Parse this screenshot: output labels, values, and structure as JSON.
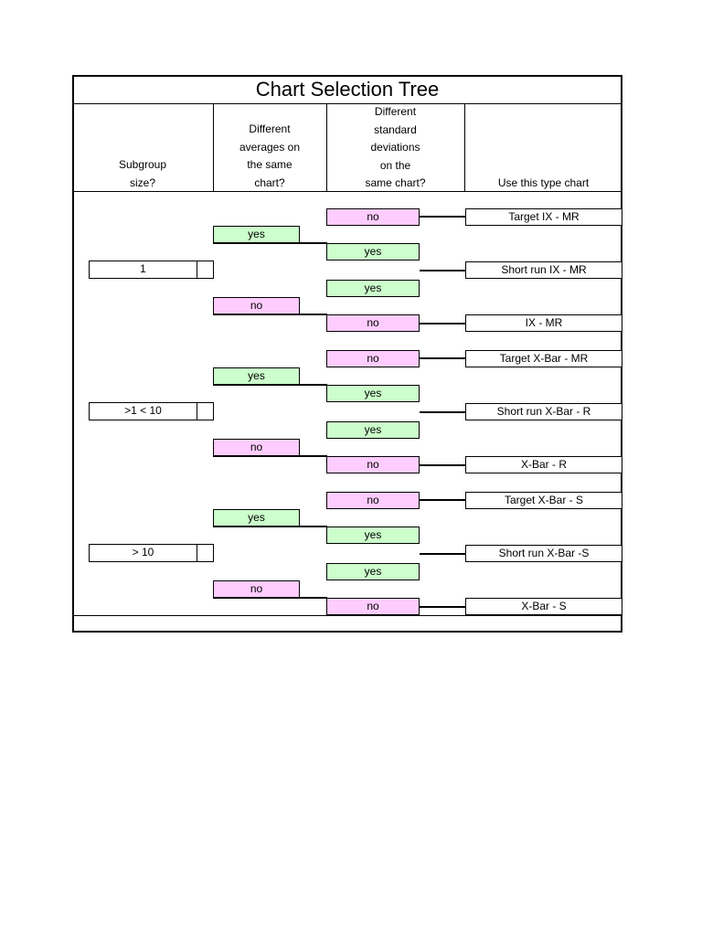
{
  "title": "Chart Selection Tree",
  "headers": {
    "subgroup": "Subgroup\nsize?",
    "averages": "Different\naverages on\nthe same\nchart?",
    "stdevs": "Different\nstandard\ndeviations\non the\nsame chart?",
    "result": "Use this type chart"
  },
  "groups": [
    {
      "size": "1",
      "avg_yes": "yes",
      "avg_no": "no",
      "sd1": "no",
      "sd2": "yes",
      "sd3": "yes",
      "sd4": "no",
      "chart_target": "Target IX - MR",
      "chart_short": "Short run IX - MR",
      "chart_plain": "IX - MR"
    },
    {
      "size": ">1     < 10",
      "avg_yes": "yes",
      "avg_no": "no",
      "sd1": "no",
      "sd2": "yes",
      "sd3": "yes",
      "sd4": "no",
      "chart_target": "Target X-Bar - MR",
      "chart_short": "Short run X-Bar - R",
      "chart_plain": "X-Bar - R"
    },
    {
      "size": "> 10",
      "avg_yes": "yes",
      "avg_no": "no",
      "sd1": "no",
      "sd2": "yes",
      "sd3": "yes",
      "sd4": "no",
      "chart_target": "Target X-Bar - S",
      "chart_short": "Short run X-Bar -S",
      "chart_plain": "X-Bar - S"
    }
  ]
}
